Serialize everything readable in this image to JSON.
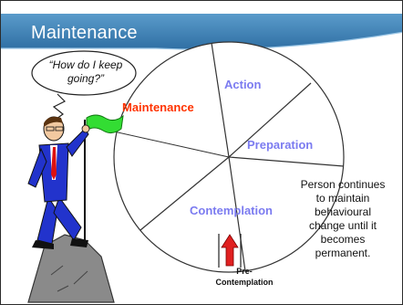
{
  "slide": {
    "title": "Maintenance",
    "header_color": "#3a7fb2"
  },
  "speech_bubble": {
    "text": "“How do I keep going?”"
  },
  "cycle": {
    "stages": [
      {
        "label": "Action",
        "color": "#7b7bf0"
      },
      {
        "label": "Maintenance",
        "color": "#ff3300"
      },
      {
        "label": "Preparation",
        "color": "#7b7bf0"
      },
      {
        "label": "Contemplation",
        "color": "#7b7bf0"
      }
    ],
    "entry_stage": "Pre-Contemplation",
    "entry_arrow_color": "#e02020"
  },
  "note": {
    "text": "Person continues to maintain behavioural change until it becomes permanent."
  },
  "figure": {
    "flag_color": "#33dd33",
    "suit_color": "#2233cc",
    "tie_color": "#dd1111"
  }
}
